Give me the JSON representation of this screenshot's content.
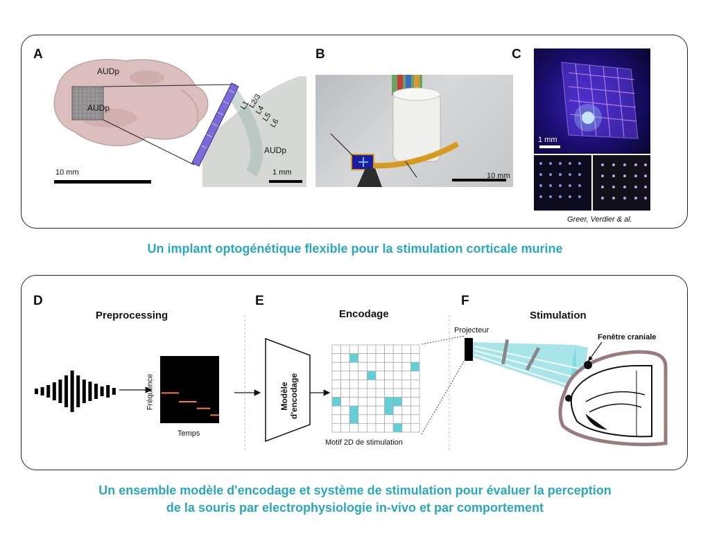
{
  "top": {
    "panel_labels": {
      "a": "A",
      "b": "B",
      "c": "C"
    },
    "a": {
      "region_upper": "AUDp",
      "region_lower": "AUDp",
      "layers": [
        "L1",
        "L2/3",
        "L4",
        "L5",
        "L6"
      ],
      "region_slice": "AUDp",
      "scale_brain": "10 mm",
      "scale_slice": "1 mm"
    },
    "b": {
      "scale": "10 mm"
    },
    "c": {
      "scale": "1 mm",
      "credit": "Greer, Verdier & al."
    },
    "caption": "Un implant optogénétique flexible pour la stimulation corticale murine"
  },
  "bottom": {
    "panel_labels": {
      "d": "D",
      "e": "E",
      "f": "F"
    },
    "d": {
      "title": "Preprocessing",
      "y_label": "Fréquence",
      "x_label": "Temps"
    },
    "e": {
      "title": "Encodage",
      "model_line1": "Modèle",
      "model_line2": "d'encodage",
      "grid_label": "Motif 2D de stimulation"
    },
    "f": {
      "title": "Stimulation",
      "projector": "Projecteur",
      "window": "Fenêtre craniale"
    },
    "caption_line1": "Un ensemble modèle d'encodage et système de stimulation pour évaluer la perception",
    "caption_line2": "de la souris par electrophysiologie in-vivo et par comportement"
  },
  "colors": {
    "accent": "#2aa7c0",
    "cyan_cell": "#5fd0d8",
    "spectro_line": "#ff7a3c",
    "led": "#7b4dff"
  },
  "waveform": {
    "bar_heights": [
      8,
      12,
      18,
      26,
      34,
      46,
      60,
      46,
      34,
      28,
      22,
      14,
      18,
      10
    ]
  },
  "spectrogram": {
    "segments": [
      [
        0.02,
        0.55,
        0.32
      ],
      [
        0.32,
        0.68,
        0.62
      ],
      [
        0.62,
        0.78,
        0.85
      ],
      [
        0.85,
        0.88,
        1.0
      ]
    ]
  },
  "stim_grid": {
    "cols": 10,
    "rows": 10,
    "active": [
      [
        2,
        2
      ],
      [
        9,
        3
      ],
      [
        4,
        4
      ],
      [
        0,
        7
      ],
      [
        6,
        7
      ],
      [
        7,
        7
      ],
      [
        2,
        8
      ],
      [
        6,
        8
      ],
      [
        2,
        9
      ],
      [
        7,
        10
      ]
    ]
  }
}
